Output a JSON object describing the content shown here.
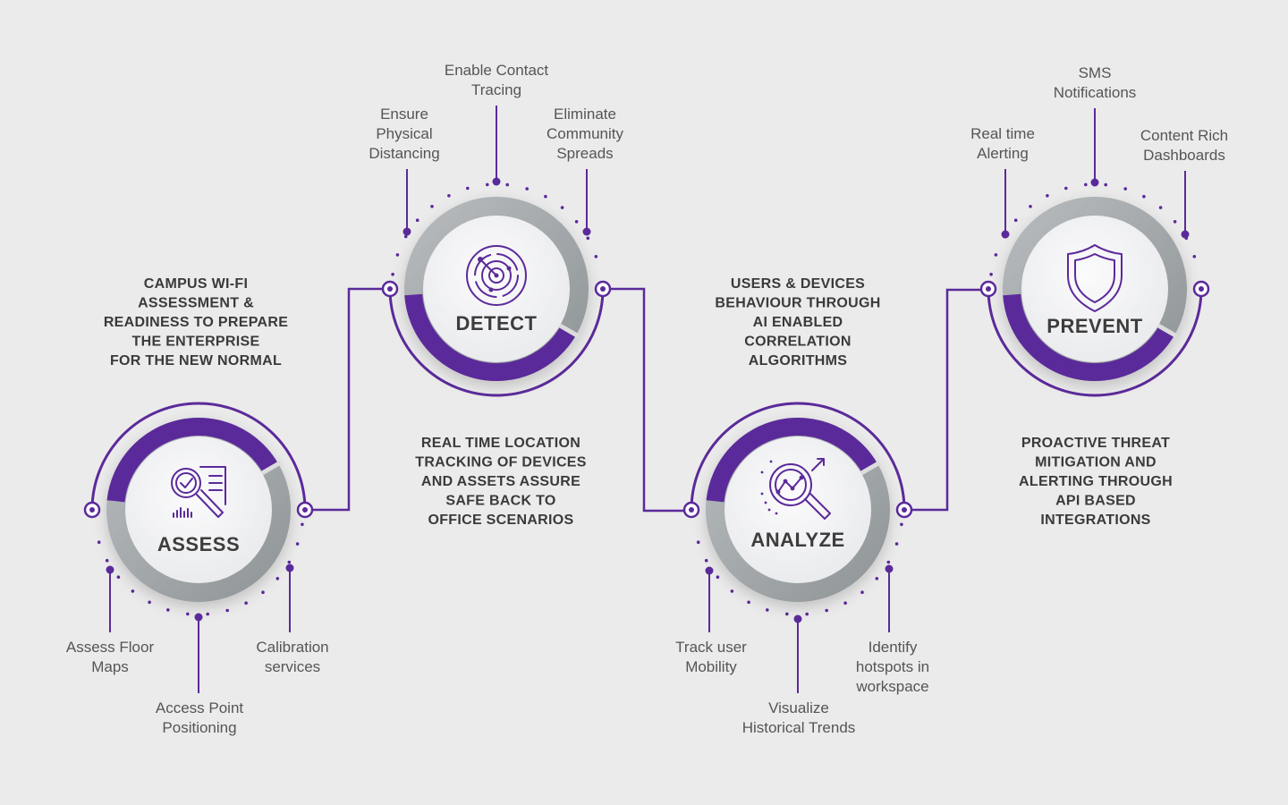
{
  "colors": {
    "background": "#ebebeb",
    "accent": "#5b2a9a",
    "ring_grey": "#9ea3a6",
    "text": "#555555",
    "heading_text": "#3a3a3a"
  },
  "stages": [
    {
      "id": "assess",
      "title": "ASSESS",
      "icon": "document-magnifier-check-icon",
      "description": [
        "CAMPUS WI-FI",
        "ASSESSMENT &",
        "READINESS TO PREPARE",
        "THE ENTERPRISE",
        "FOR THE NEW NORMAL"
      ],
      "sub_items": [
        {
          "text": [
            "Assess Floor",
            "Maps"
          ]
        },
        {
          "text": [
            "Access Point",
            "Positioning"
          ]
        },
        {
          "text": [
            "Calibration",
            "services"
          ]
        }
      ]
    },
    {
      "id": "detect",
      "title": "DETECT",
      "icon": "radar-icon",
      "description": [
        "REAL TIME LOCATION",
        "TRACKING OF DEVICES",
        "AND ASSETS ASSURE",
        "SAFE BACK TO",
        "OFFICE SCENARIOS"
      ],
      "sub_items": [
        {
          "text": [
            "Ensure",
            "Physical",
            "Distancing"
          ]
        },
        {
          "text": [
            "Enable Contact",
            "Tracing"
          ]
        },
        {
          "text": [
            "Eliminate",
            "Community",
            "Spreads"
          ]
        }
      ]
    },
    {
      "id": "analyze",
      "title": "ANALYZE",
      "icon": "analytics-magnifier-icon",
      "description": [
        "USERS & DEVICES",
        "BEHAVIOUR THROUGH",
        "AI ENABLED",
        "CORRELATION",
        "ALGORITHMS"
      ],
      "sub_items": [
        {
          "text": [
            "Track user",
            "Mobility"
          ]
        },
        {
          "text": [
            "Visualize",
            "Historical Trends"
          ]
        },
        {
          "text": [
            "Identify",
            "hotspots in",
            "workspace"
          ]
        }
      ]
    },
    {
      "id": "prevent",
      "title": "PREVENT",
      "icon": "shield-icon",
      "description": [
        "PROACTIVE THREAT",
        "MITIGATION AND",
        "ALERTING THROUGH",
        "API BASED",
        "INTEGRATIONS"
      ],
      "sub_items": [
        {
          "text": [
            "Real time",
            "Alerting"
          ]
        },
        {
          "text": [
            "SMS",
            "Notifications"
          ]
        },
        {
          "text": [
            "Content Rich",
            "Dashboards"
          ]
        }
      ]
    }
  ]
}
